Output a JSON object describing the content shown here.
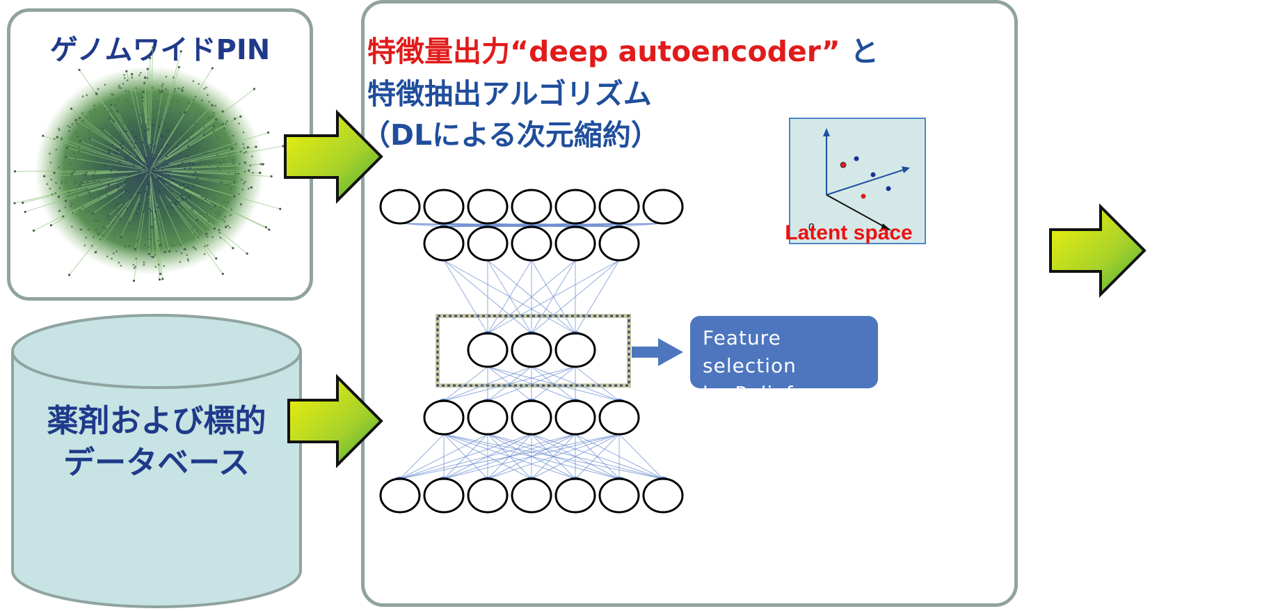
{
  "pin_panel": {
    "title": "ゲノムワイドPIN"
  },
  "main_panel": {
    "heading_red": "特徴量出力“deep autoencoder”",
    "heading_rest": " と",
    "heading_line2": "特徴抽出アルゴリズム",
    "heading_line3": "（DLによる次元縮約）"
  },
  "latent_space": {
    "label": "Latent space",
    "origin_label": "0"
  },
  "feature_selection": {
    "line1": "Feature selection",
    "line2": "by Relief algorithm"
  },
  "database": {
    "line1": "薬剤および標的",
    "line2": "データベース"
  },
  "autoencoder": {
    "layer_sizes": [
      7,
      5,
      3,
      5,
      7
    ]
  },
  "colors": {
    "heading_red": "#e11b1b",
    "heading_blue": "#1f4e9c",
    "arrow_top": "#f2f20a",
    "arrow_bottom": "#3eaa3a",
    "feature_box": "#4d76be",
    "database_fill": "#c7e3e3"
  }
}
